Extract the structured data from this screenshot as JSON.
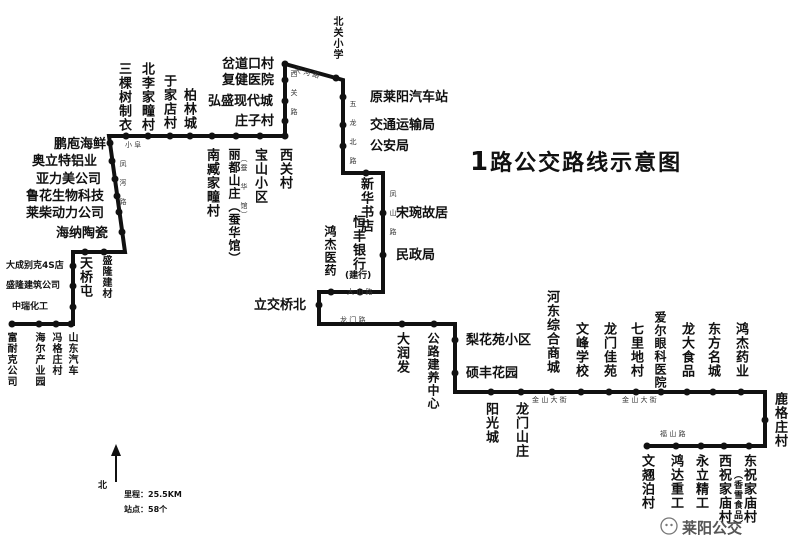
{
  "title": {
    "number": "1",
    "text": "路公交路线示意图"
  },
  "stats": {
    "length": "里程：25.5KM",
    "stops": "站点：58个"
  },
  "north": "北",
  "brand": "莱阳公交",
  "icons": {
    "north_arrow": "north-arrow-icon",
    "wechat": "wechat-icon",
    "stop": "circle-stop-icon"
  },
  "colors": {
    "route": "#111111",
    "stop": "#111111",
    "background": "#ffffff"
  },
  "stops": {
    "fuchi": "富耐克公司",
    "haier": "海尔产业园",
    "fengge": "冯格庄村",
    "shandong": "山东汽车",
    "zhongrui": "中瑞化工",
    "shenglongjz": "盛隆建筑公司",
    "dacheng": "大成别克4S店",
    "shenglongjc": "盛隆建材",
    "tianqiao": "天桥屯",
    "haina": "海纳陶瓷",
    "laichai": "莱柴动力公司",
    "luhua": "鲁花生物科技",
    "yalimei": "亚力美公司",
    "aoli": "奥立特铝业",
    "pengpao": "鹏庖海鲜",
    "sanke": "三棵树制衣",
    "beili": "北李家疃村",
    "yujia": "于家店村",
    "bailin": "柏林城",
    "nanzang": "南臧家疃村",
    "lidu": "丽都山庄（蚕华馆）",
    "baoshan": "宝山小区",
    "xiguan": "西关村",
    "zhuangzi": "庄子村",
    "hongsheng": "弘盛现代城",
    "fujian": "复健医院",
    "chadao": "岔道口村",
    "beiguan": "北关小学",
    "yuanlaiyang": "原莱阳汽车站",
    "jiaotong": "交通运输局",
    "gonganju": "公安局",
    "xinhua": "新华书店",
    "songwan": "宋琬故居",
    "minzheng": "民政局",
    "hengfeng": "恒丰银行",
    "hengfeng_note": "(建行)",
    "hongjie": "鸿杰医药",
    "lijiaoqiao": "立交桥北",
    "darunfa": "大润发",
    "gonglu": "公路建养中心",
    "lihuayuan": "梨花苑小区",
    "shuofeng": "硕丰花园",
    "yangguang": "阳光城",
    "longmenshan": "龙门山庄",
    "hedong": "河东综合商城",
    "wenfeng": "文峰学校",
    "longmenjy": "龙门佳苑",
    "qili": "七里地村",
    "aier": "爱尔眼科医院",
    "longda": "龙大食品",
    "dongfang": "东方名城",
    "hongjieyaoye": "鸿杰药业",
    "lugezhuang": "鹿格庄村",
    "dongzhu": "东祝家庙村",
    "xizhu": "西祝家庙村",
    "xizhu_note": "（香雪食品）",
    "yongli": "永立精工",
    "hongda": "鸿达重工",
    "wenqiu": "文翘泊村"
  },
  "roads": {
    "xiaofuxian": "小 阜",
    "zuoqiu": "凤 泻 路",
    "xiguanlu": "西 关 路",
    "tianhe": "天 河 路",
    "wulongbei": "五 龙 北 路",
    "dashan": "大 山 路",
    "fengshan": "凤 山 路",
    "longmen": "龙 门 路",
    "jinshan": "金 山 大 街",
    "jinshan2": "金 山 大 街",
    "fushan": "福 山 路",
    "west_note": "（蚕 华 馆）"
  }
}
